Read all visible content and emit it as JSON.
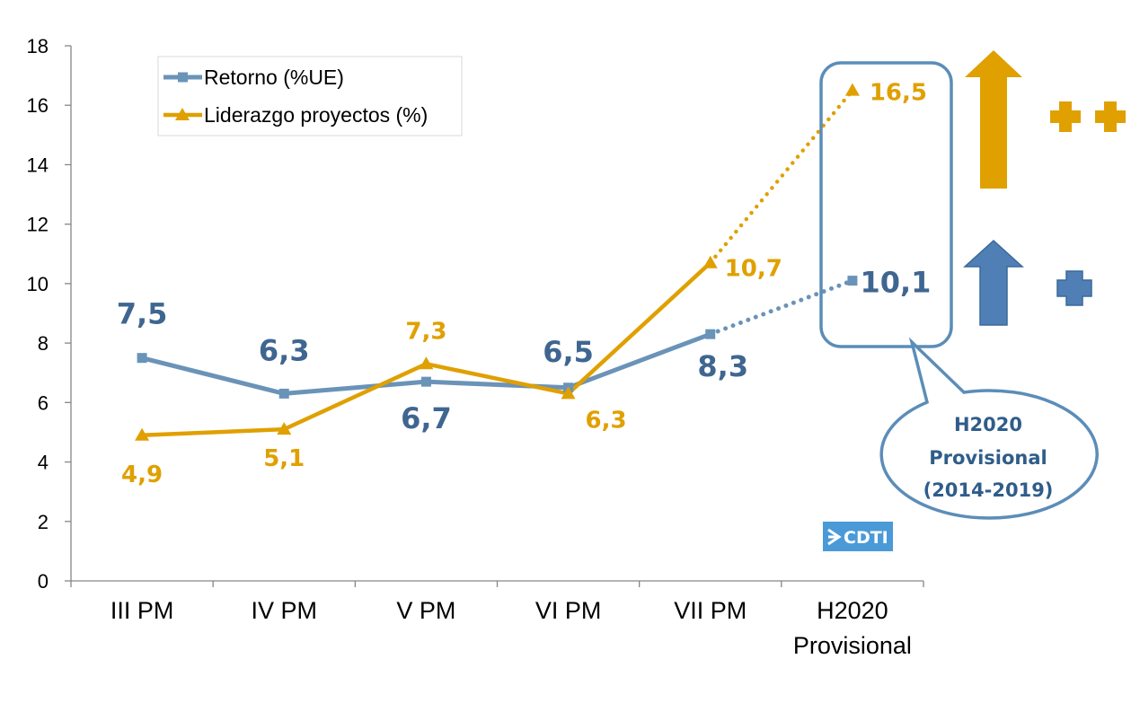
{
  "colors": {
    "retorno": "#6A93B8",
    "retorno_label": "#3F6690",
    "liderazgo": "#E0A000",
    "liderazgo_label": "#E0A000",
    "callout_border": "#5B8DB8",
    "callout_text": "#2F5D8A",
    "axis": "#868686",
    "up_arrow_blue": "#4F7FB5",
    "cdti_logo": "#4A9AD8"
  },
  "chart_data": {
    "type": "line",
    "categories": [
      "III PM",
      "IV PM",
      "V PM",
      "VI PM",
      "VII PM",
      "H2020 Provisional"
    ],
    "category_lines": [
      [
        "III PM"
      ],
      [
        "IV PM"
      ],
      [
        "V PM"
      ],
      [
        "VI PM"
      ],
      [
        "VII PM"
      ],
      [
        "H2020",
        "Provisional"
      ]
    ],
    "ylim": [
      0,
      18
    ],
    "yticks": [
      "0",
      "2",
      "4",
      "6",
      "8",
      "10",
      "12",
      "14",
      "16",
      "18"
    ],
    "xlabel": "",
    "ylabel": "",
    "title": "",
    "grid": false,
    "legend_position": "top-left",
    "series": [
      {
        "name": "Retorno (%UE)",
        "marker": "square",
        "values": [
          7.5,
          6.3,
          6.7,
          6.5,
          8.3,
          10.1
        ],
        "labels": [
          "7,5",
          "6,3",
          "6,7",
          "6,5",
          "8,3",
          "10,1"
        ],
        "projected_last_segment": true
      },
      {
        "name": "Liderazgo proyectos (%)",
        "marker": "triangle",
        "values": [
          4.9,
          5.1,
          7.3,
          6.3,
          10.7,
          16.5
        ],
        "labels": [
          "4,9",
          "5,1",
          "7,3",
          "6,3",
          "10,7",
          "16,5"
        ],
        "projected_last_segment": true
      }
    ]
  },
  "callout": {
    "line1": "H2020",
    "line2": "Provisional",
    "line3": "(2014-2019)"
  },
  "trend_indicators": [
    {
      "series": "Liderazgo proyectos (%)",
      "arrow": "up-arrow-icon",
      "symbol": "double-plus-icon"
    },
    {
      "series": "Retorno (%UE)",
      "arrow": "up-arrow-icon",
      "symbol": "plus-icon"
    }
  ],
  "logo": {
    "text": "CDTI",
    "icon": "cdti-logo-icon"
  }
}
